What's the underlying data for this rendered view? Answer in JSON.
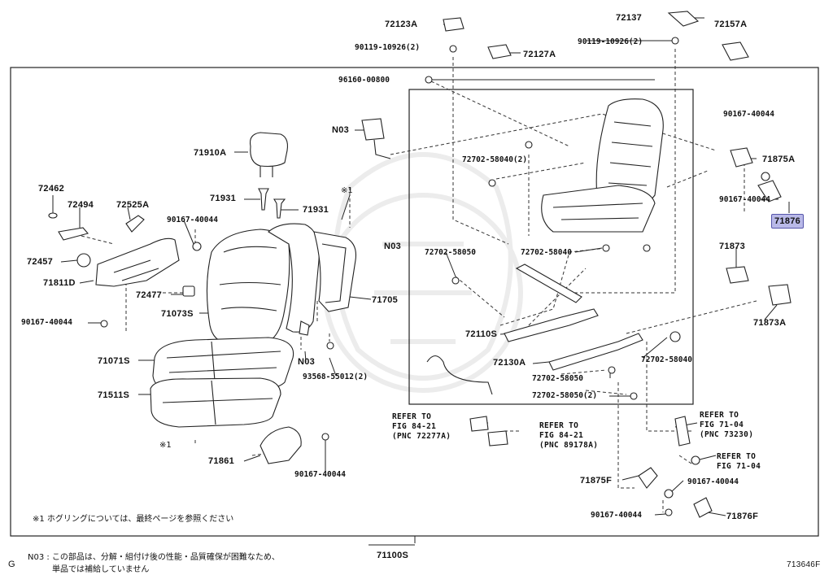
{
  "labels": {
    "p72123A": "72123A",
    "p72137": "72137",
    "p72157A": "72157A",
    "p90119_left": "90119-10926(2)",
    "p90119_right": "90119-10926(2)",
    "p72127A": "72127A",
    "p96160": "96160-00800",
    "n03_top": "N03",
    "p71910A": "71910A",
    "p72702_58040_2": "72702-58040(2)",
    "p90167_r1": "90167-40044",
    "p71875A": "71875A",
    "p90167_r2": "90167-40044",
    "p71876": "71876",
    "p72462": "72462",
    "p72494": "72494",
    "p72525A": "72525A",
    "p71931_a": "71931",
    "p71931_b": "71931",
    "star1_a": "※1",
    "p90167_l1": "90167-40044",
    "p72457": "72457",
    "p71811D": "71811D",
    "p72477": "72477",
    "p71073S": "71073S",
    "p90167_l2": "90167-40044",
    "n03_mid": "N03",
    "p72702_58050_a": "72702-58050",
    "p72702_58040_b": "72702-58040",
    "p71873": "71873",
    "p71705": "71705",
    "p72110S": "72110S",
    "p71873A": "71873A",
    "p71071S": "71071S",
    "n03_low": "N03",
    "p72702_58040_c": "72702-58040",
    "p72130A": "72130A",
    "p93568": "93568-55012(2)",
    "p72702_58050_b": "72702-58050",
    "p71511S": "71511S",
    "p72702_58050_c": "72702-58050(2)",
    "ref1": "REFER TO\nFIG 84-21\n(PNC 72277A)",
    "ref2": "REFER TO\nFIG 84-21\n(PNC 89178A)",
    "ref3": "REFER TO\nFIG 71-04\n(PNC 73230)",
    "ref4": "REFER TO\nFIG 71-04",
    "star1_b": "※1",
    "p71861": "71861",
    "p90167_b1": "90167-40044",
    "p71875F": "71875F",
    "p90167_b2": "90167-40044",
    "p90167_b3": "90167-40044",
    "p71876F": "71876F",
    "p71100S": "71100S"
  },
  "notes": {
    "star_note": "※1 ホグリングについては、最終ページを参照ください",
    "n03_line1": "N03 : この部品は、分解・組付け後の性能・品質確保が困難なため、",
    "n03_line2": "単品では補給していません",
    "corner_left": "G",
    "figure_id": "713646F"
  },
  "highlight": {
    "part": "71876",
    "color": "#b9b9e8"
  }
}
